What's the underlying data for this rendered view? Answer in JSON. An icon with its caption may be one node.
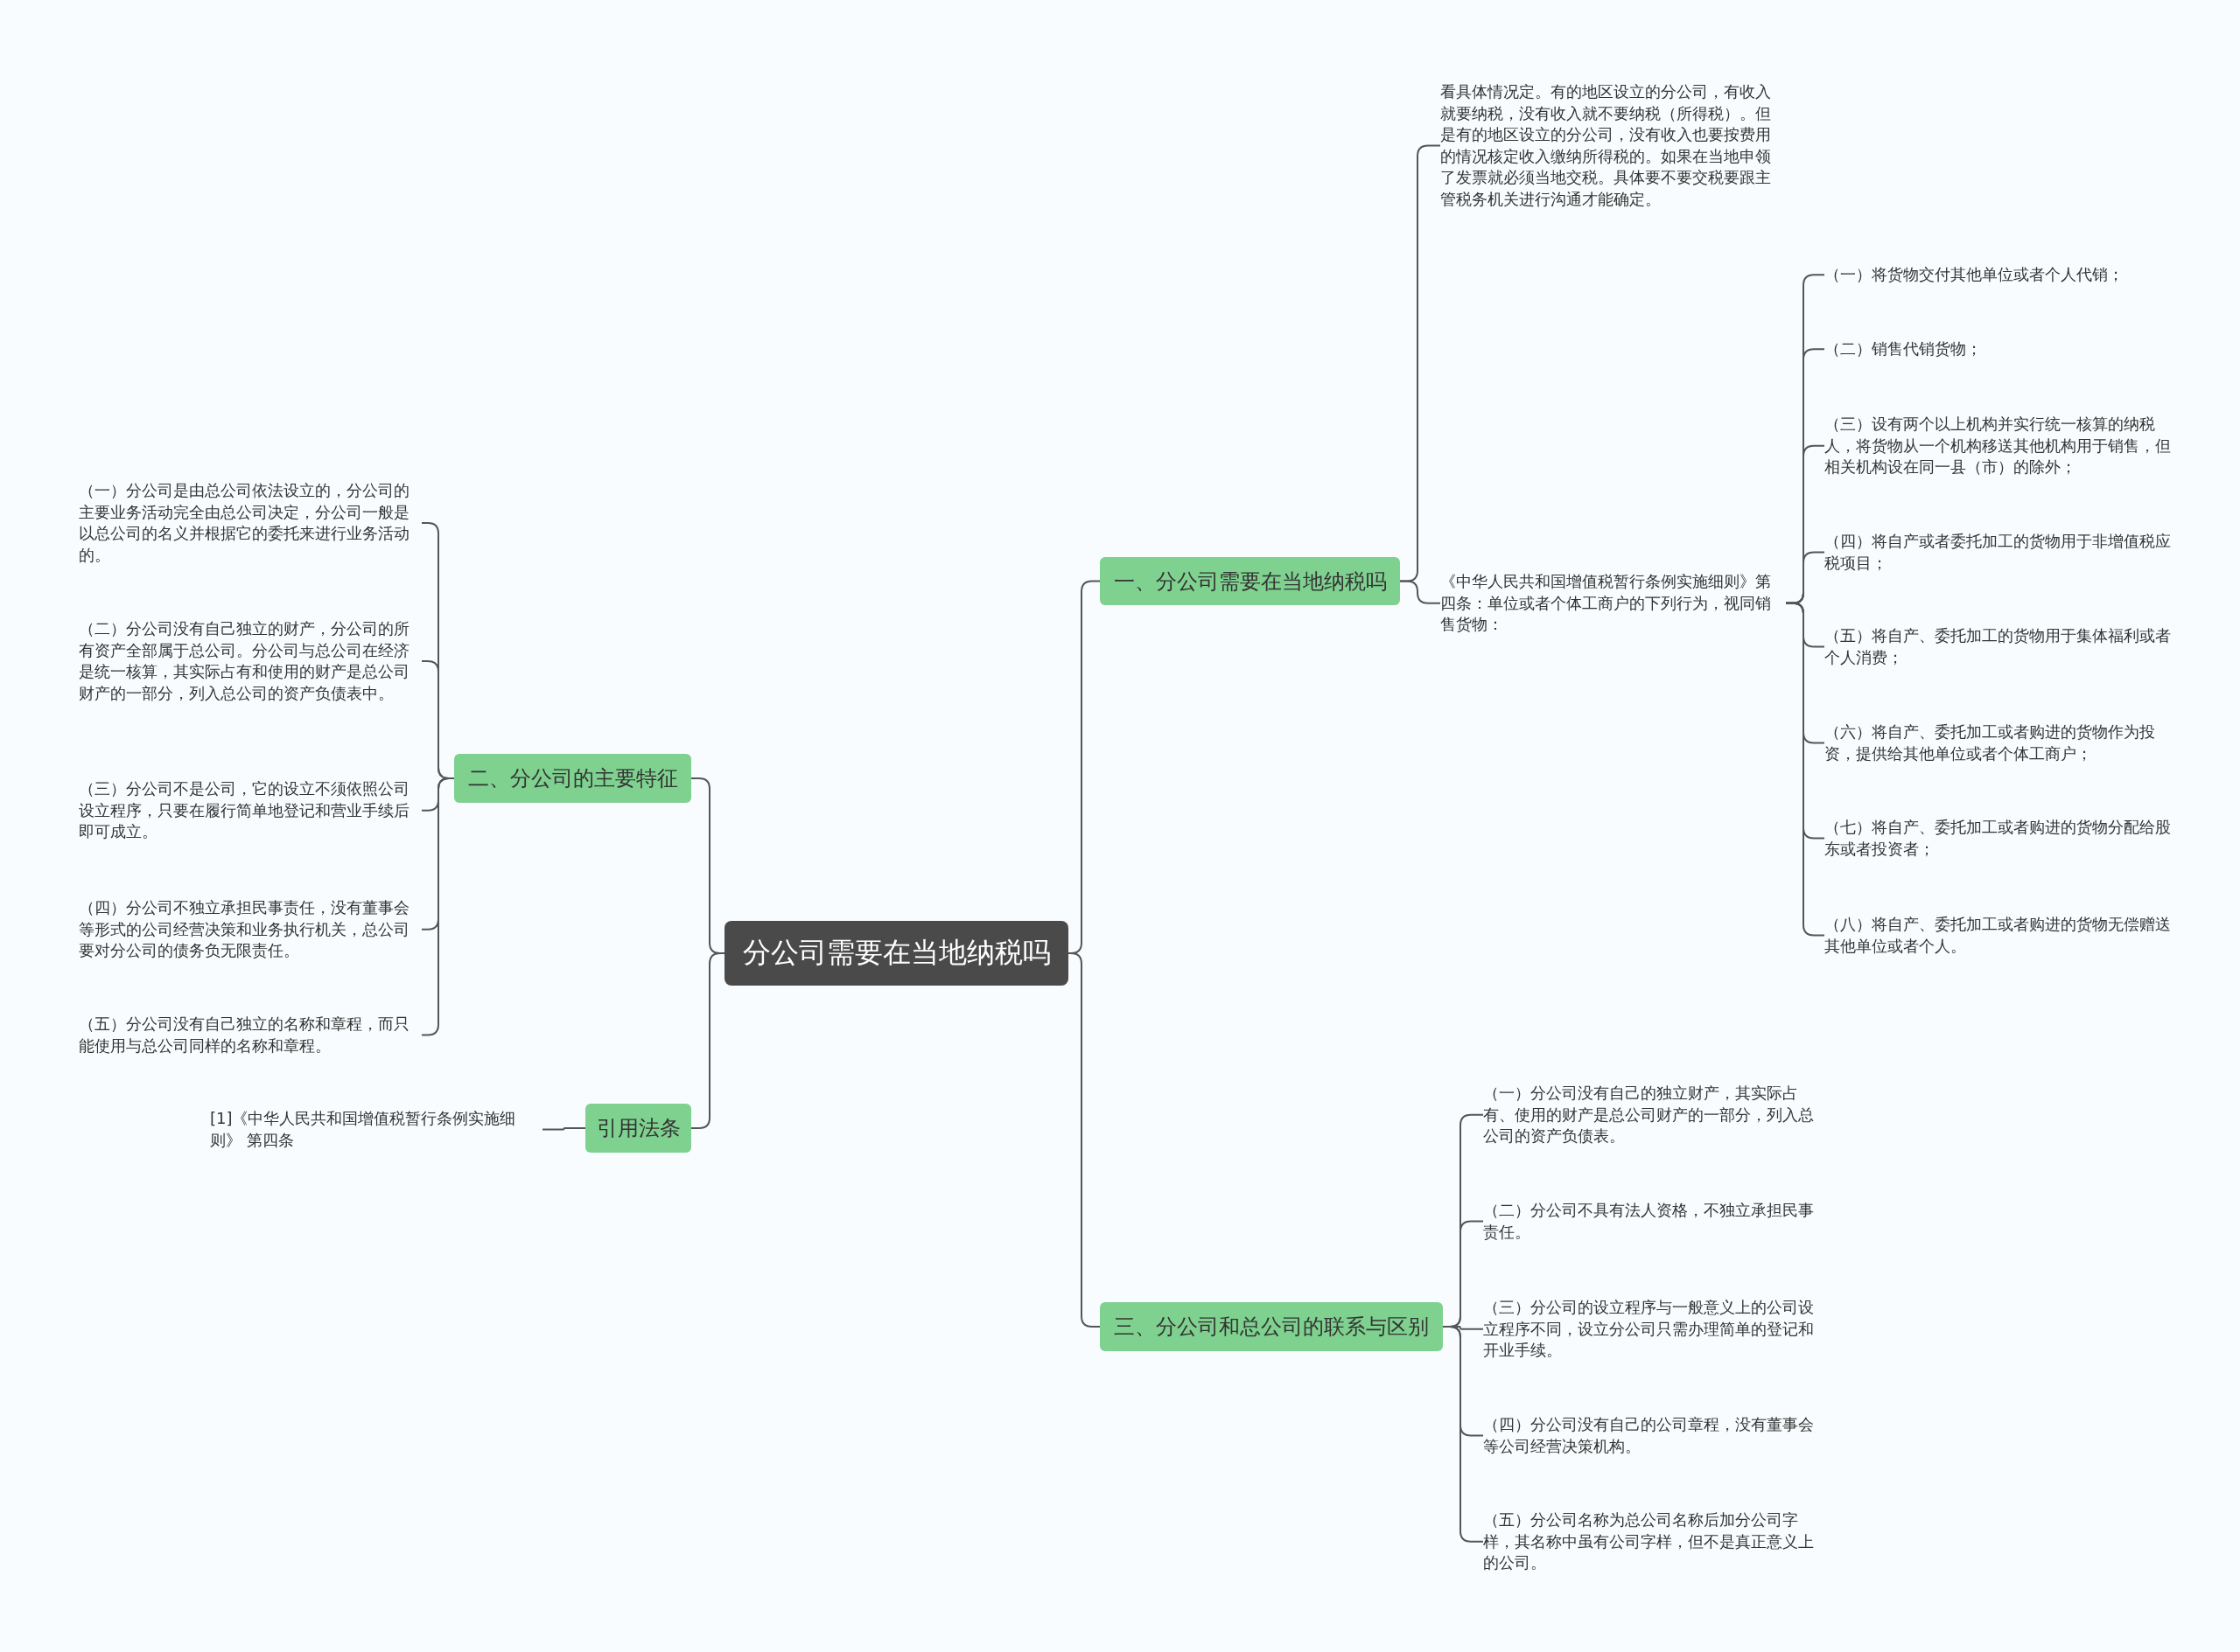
{
  "diagram": {
    "nodes": [
      {
        "text": [
          "分公司需要在当地纳税吗"
        ]
      },
      {
        "text": [
          "一、分公司需要在当地纳税吗"
        ]
      },
      {
        "text": [
          "看具体情况定。有的地区设立的分公司，有收入就要纳税，没有收入就不要纳税（所得税）。但是有的地区设立的分公司，没有收入也要按费用的情况核定收入缴纳所得税的。如果在当地申领了发票就必须当地交税。具体要不要交税要跟主管税务机关进行沟通才能确定。"
        ]
      },
      {
        "text": [
          "《中华人民共和国增值税暂行条例实施细则》第四条：单位或者个体工商户的下列行为，视同销售货物："
        ]
      },
      {
        "text": [
          "（一）将货物交付其他单位或者个人代销；"
        ]
      },
      {
        "text": [
          "（二）销售代销货物；"
        ]
      },
      {
        "text": [
          "（三）设有两个以上机构并实行统一核算的纳税人，将货物从一个机构移送其他机构用于销售，但相关机构设在同一县（市）的除外；"
        ]
      },
      {
        "text": [
          "（四）将自产或者委托加工的货物用于非增值税应税项目；"
        ]
      },
      {
        "text": [
          "（五）将自产、委托加工的货物用于集体福利或者个人消费；"
        ]
      },
      {
        "text": [
          "（六）将自产、委托加工或者购进的货物作为投资，提供给其他单位或者个体工商户；"
        ]
      },
      {
        "text": [
          "（七）将自产、委托加工或者购进的货物分配给股东或者投资者；"
        ]
      },
      {
        "text": [
          "（八）将自产、委托加工或者购进的货物无偿赠送其他单位或者个人。"
        ]
      },
      {
        "text": [
          "二、分公司的主要特征"
        ]
      },
      {
        "text": [
          "（一）分公司是由总公司依法设立的，分公司的主要业务活动完全由总公司决定，分公司一般是以总公司的名义并根据它的委托来进行业务活动的。"
        ]
      },
      {
        "text": [
          "（二）分公司没有自己独立的财产，分公司的所有资产全部属于总公司。分公司与总公司在经济是统一核算，其实际占有和使用的财产是总公司财产的一部分，列入总公司的资产负债表中。"
        ]
      },
      {
        "text": [
          "（三）分公司不是公司，它的设立不须依照公司设立程序，只要在履行简单地登记和营业手续后即可成立。"
        ]
      },
      {
        "text": [
          "（四）分公司不独立承担民事责任，没有董事会等形式的公司经营决策和业务执行机关，总公司要对分公司的债务负无限责任。"
        ]
      },
      {
        "text": [
          "（五）分公司没有自己独立的名称和章程，而只能使用与总公司同样的名称和章程。"
        ]
      },
      {
        "text": [
          "引用法条"
        ]
      },
      {
        "text": [
          "[1]《中华人民共和国增值税暂行条例实施细则》 第四条"
        ]
      },
      {
        "text": [
          "三、分公司和总公司的联系与区别"
        ]
      },
      {
        "text": [
          "（一）分公司没有自己的独立财产，其实际占有、使用的财产是总公司财产的一部分，列入总公司的资产负债表。"
        ]
      },
      {
        "text": [
          "（二）分公司不具有法人资格，不独立承担民事责任。"
        ]
      },
      {
        "text": [
          "（三）分公司的设立程序与一般意义上的公司设立程序不同，设立分公司只需办理简单的登记和开业手续。"
        ]
      },
      {
        "text": [
          "（四）分公司没有自己的公司章程，没有董事会等公司经营决策机构。"
        ]
      },
      {
        "text": [
          "（五）分公司名称为总公司名称后加分公司字样，其名称中虽有公司字样，但不是真正意义上的公司。"
        ]
      }
    ],
    "edges": [
      {
        "from": 0,
        "to": 1,
        "arrow": "none"
      },
      {
        "from": 1,
        "to": 2,
        "arrow": "none"
      },
      {
        "from": 1,
        "to": 3,
        "arrow": "none"
      },
      {
        "from": 3,
        "to": 4,
        "arrow": "none"
      },
      {
        "from": 3,
        "to": 5,
        "arrow": "none"
      },
      {
        "from": 3,
        "to": 6,
        "arrow": "none"
      },
      {
        "from": 3,
        "to": 7,
        "arrow": "none"
      },
      {
        "from": 3,
        "to": 8,
        "arrow": "none"
      },
      {
        "from": 3,
        "to": 9,
        "arrow": "none"
      },
      {
        "from": 3,
        "to": 10,
        "arrow": "none"
      },
      {
        "from": 3,
        "to": 11,
        "arrow": "none"
      },
      {
        "from": 0,
        "to": 12,
        "arrow": "none"
      },
      {
        "from": 12,
        "to": 13,
        "arrow": "none"
      },
      {
        "from": 12,
        "to": 14,
        "arrow": "none"
      },
      {
        "from": 12,
        "to": 15,
        "arrow": "none"
      },
      {
        "from": 12,
        "to": 16,
        "arrow": "none"
      },
      {
        "from": 12,
        "to": 17,
        "arrow": "none"
      },
      {
        "from": 0,
        "to": 18,
        "arrow": "none"
      },
      {
        "from": 18,
        "to": 19,
        "arrow": "none"
      },
      {
        "from": 0,
        "to": 20,
        "arrow": "none"
      },
      {
        "from": 20,
        "to": 21,
        "arrow": "none"
      },
      {
        "from": 20,
        "to": 22,
        "arrow": "none"
      },
      {
        "from": 20,
        "to": 23,
        "arrow": "none"
      },
      {
        "from": 20,
        "to": 24,
        "arrow": "none"
      },
      {
        "from": 20,
        "to": 25,
        "arrow": "none"
      }
    ]
  }
}
